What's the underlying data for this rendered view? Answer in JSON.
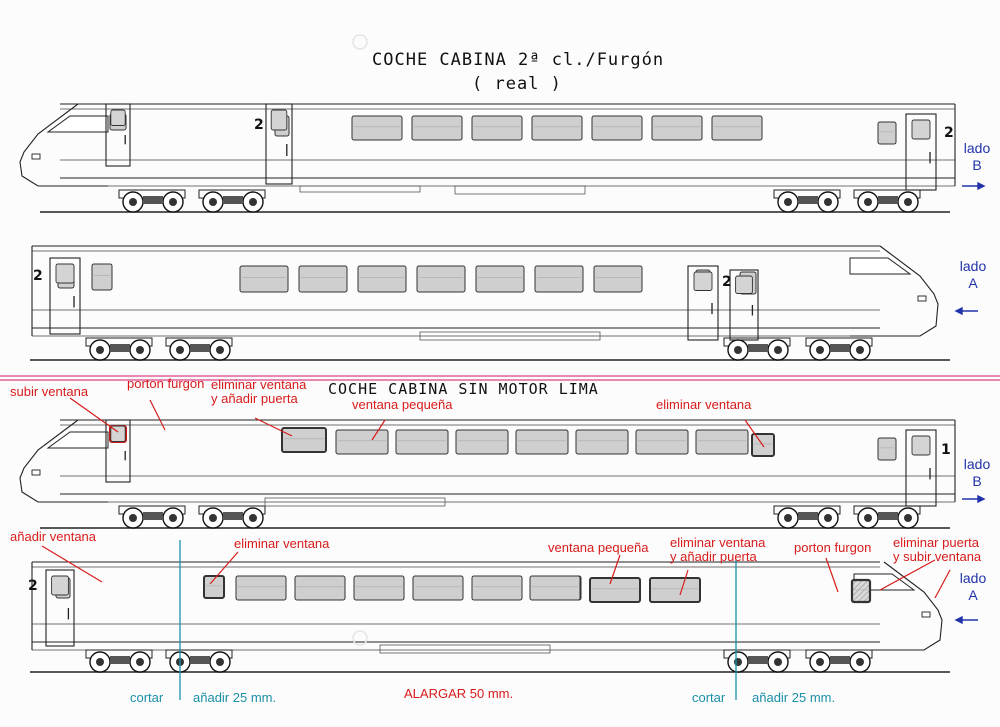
{
  "titles": {
    "real_line1": "COCHE CABINA 2ª cl./Furgón",
    "real_line2": "( real )",
    "lima": "COCHE CABINA SIN MOTOR LIMA"
  },
  "side_labels": {
    "lado": "lado",
    "b": "B",
    "a": "A",
    "arrow": "→",
    "arrow_left": "←"
  },
  "car_numbers": {
    "two": "2",
    "one": "1"
  },
  "annotations": {
    "subir_ventana": "subir ventana",
    "porton_furgon": "porton furgon",
    "eliminar_anadir_1": "eliminar ventana",
    "eliminar_anadir_2": "y añadir puerta",
    "ventana_pequena": "ventana pequeña",
    "eliminar_ventana": "eliminar ventana",
    "anadir_ventana": "añadir ventana",
    "eliminar_puerta_1": "eliminar puerta",
    "eliminar_puerta_2": "y subir ventana"
  },
  "cut_labels": {
    "cortar": "cortar",
    "anadir_25": "añadir 25 mm.",
    "alargar": "ALARGAR 50 mm."
  },
  "colors": {
    "annotation": "#d81b1b",
    "cut": "#1b8fa8",
    "side": "#2233aa",
    "divider": "#e0609a"
  }
}
